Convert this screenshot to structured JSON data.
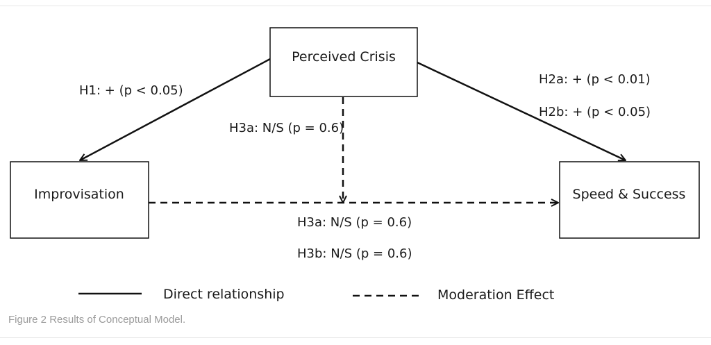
{
  "nodes": {
    "perceived_crisis": "Perceived Crisis",
    "improvisation": "Improvisation",
    "speed_success": "Speed & Success"
  },
  "edges": {
    "h1": "H1: + (p < 0.05)",
    "h2a": "H2a: + (p < 0.01)",
    "h2b": "H2b: + (p < 0.05)",
    "h3a_vertical": "H3a: N/S (p = 0.6)",
    "h3a_bottom": "H3a: N/S (p = 0.6)",
    "h3b_bottom": "H3b: N/S (p = 0.6)"
  },
  "legend": {
    "direct": "Direct  relationship",
    "moderation": "Moderation Effect"
  },
  "caption": "Figure 2 Results of Conceptual Model."
}
